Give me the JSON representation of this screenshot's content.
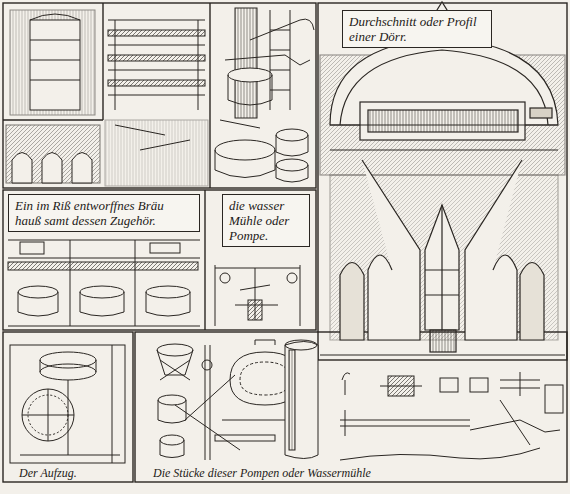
{
  "diagram": {
    "nodes": [
      {
        "text": [
          "Durchschnitt oder Profil einer Dörr."
        ]
      },
      {
        "text": [
          "Ein im Riß entworffnes Bräu hauß samt dessen Zugehör."
        ]
      },
      {
        "text": [
          "die wasser Mühle oder Pompe."
        ]
      }
    ],
    "labels": [
      "Der Aufzug.",
      "Die Stücke dieser Pompen oder Wassermühle"
    ]
  }
}
